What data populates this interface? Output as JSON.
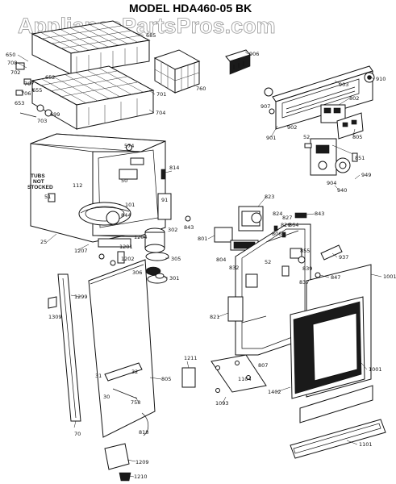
{
  "title": "MODEL  HDA460-05 BK",
  "watermark": "AppliancePartsPros.com",
  "note": [
    "TUBS",
    "NOT",
    "STOCKED"
  ],
  "colors": {
    "ink": "#111111",
    "background": "#ffffff",
    "watermark_stroke": "#7d7d7d"
  },
  "labels": {
    "l650": "650",
    "l708": "708",
    "l702": "702",
    "l652": "652",
    "l707": "707",
    "l655": "655",
    "l706": "706",
    "l653": "653",
    "l699": "699",
    "l703": "703",
    "l701": "701",
    "l704": "704",
    "l685": "685",
    "l760": "760",
    "l906": "906",
    "l910": "910",
    "l903": "903",
    "l902": "902",
    "l907": "907",
    "l901": "901",
    "l802": "802",
    "l805": "805",
    "l52a": "52",
    "l851": "851",
    "l904": "904",
    "l949": "949",
    "l940": "940",
    "l574": "574",
    "l814": "814",
    "l112": "112",
    "l50": "50",
    "l51": "51",
    "l91": "91",
    "l101": "101",
    "l844": "844",
    "l843a": "843",
    "l25": "25",
    "l1204": "1204",
    "l302": "302",
    "l1207": "1207",
    "l1201": "1201",
    "l1202": "1202",
    "l305": "305",
    "l306": "306",
    "l301": "301",
    "l823": "823",
    "l824": "824",
    "l843b": "843",
    "l826": "826",
    "l864": "864",
    "l827": "827",
    "l801": "801",
    "l806": "806",
    "l804": "804",
    "l832": "832",
    "l855": "855",
    "l52b": "52",
    "l937": "937",
    "l839": "839",
    "l837": "837",
    "l847": "847",
    "l1001a": "1001",
    "l821": "821",
    "l1299": "1299",
    "l1309": "1309",
    "l1211": "1211",
    "l807": "807",
    "l1001b": "1001",
    "l31": "31",
    "l32": "32",
    "l805b": "805",
    "l30": "30",
    "l758": "758",
    "l1104": "1104",
    "l1093": "1093",
    "l1402": "1402",
    "l70": "70",
    "l818": "818",
    "l1209": "1209",
    "l1210": "1210",
    "l1101": "1101"
  }
}
